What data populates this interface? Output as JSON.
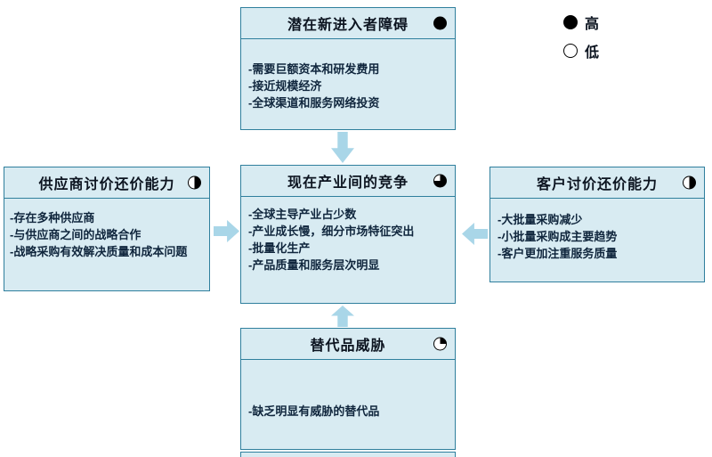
{
  "legend": {
    "high": {
      "label": "高",
      "level": 1
    },
    "low": {
      "label": "低",
      "level": 0
    }
  },
  "boxes": {
    "new_entrants": {
      "title": "潜在新进入者障碍",
      "level": 1,
      "items": [
        "-需要巨额资本和研发费用",
        "-接近规模经济",
        "-全球渠道和服务网络投资"
      ]
    },
    "supplier_power": {
      "title": "供应商讨价还价能力",
      "level": 0.5,
      "items": [
        "-存在多种供应商",
        "-与供应商之间的战略合作",
        "-战略采购有效解决质量和成本问题"
      ]
    },
    "rivalry": {
      "title": "现在产业间的竞争",
      "level": 0.75,
      "items": [
        "-全球主导产业占少数",
        "-产业成长慢，细分市场特征突出",
        "-批量化生产",
        "-产品质量和服务层次明显"
      ]
    },
    "buyer_power": {
      "title": "客户讨价还价能力",
      "level": 0.5,
      "items": [
        "-大批量采购减少",
        "-小批量采购成主要趋势",
        "-客户更加注重服务质量"
      ]
    },
    "substitutes": {
      "title": "替代品威胁",
      "level": 0.25,
      "items": [
        "-缺乏明显有威胁的替代品"
      ]
    }
  },
  "colors": {
    "box_fill": "#d8ebf2",
    "box_border": "#2f7f9d",
    "arrow": "#a9d6e8",
    "pie_fill": "#000000"
  }
}
